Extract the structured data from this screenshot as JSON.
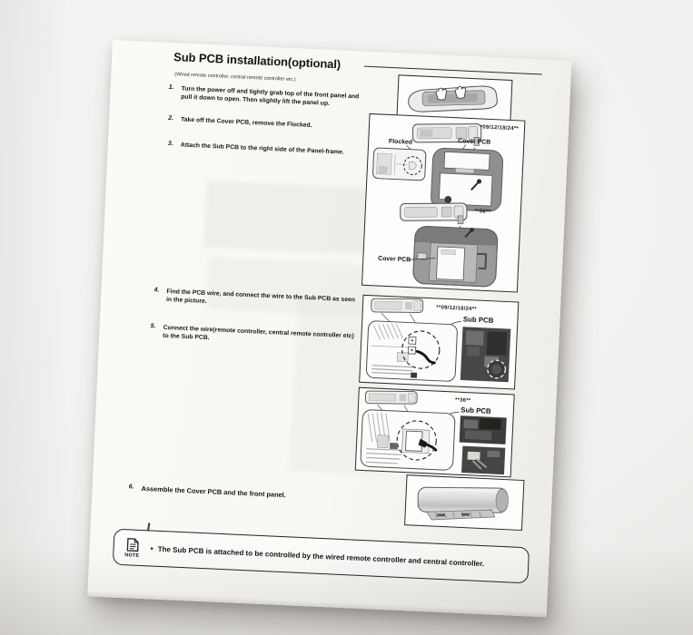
{
  "photo": {
    "backdrop_color": "#f1f0ee",
    "paper_color": "#faf9f6",
    "ink_color": "#161616"
  },
  "page": {
    "title": "Sub PCB installation(optional)",
    "subtitle": "(Wired remote controller, central remote controller etc.)",
    "steps": [
      {
        "num": "1.",
        "text": "Turn the power off and tightly grab top of the front panel and pull it down to open. Then slightly lift the panel up."
      },
      {
        "num": "2.",
        "text": "Take off the Cover PCB, remove the Flocked."
      },
      {
        "num": "3.",
        "text": "Attach the Sub PCB to the right side of the Panel-frame."
      },
      {
        "num": "4.",
        "text": "Find the PCB wire, and connect the wire to the Sub PCB as seen in the picture."
      },
      {
        "num": "5.",
        "text": "Connect the wire(remote controller, central remote controller etc) to the Sub PCB."
      },
      {
        "num": "6.",
        "text": "Assemble the Cover PCB and the front panel."
      }
    ],
    "figures": {
      "cover_pcb_box": {
        "variant_a": "**09/12/18/24**",
        "flocked": "Flocked",
        "cover_pcb_a": "Cover PCB",
        "variant_b": "**36**",
        "cover_pcb_b": "Cover PCB"
      },
      "sub_pcb_box_a": {
        "variant": "**09/12/18/24**",
        "label": "Sub PCB"
      },
      "sub_pcb_box_b": {
        "variant": "**36**",
        "label": "Sub PCB"
      }
    },
    "note": {
      "badge": "NOTE",
      "bullet": "•",
      "text": "The Sub PCB is attached to be controlled by the wired remote controller and central controller."
    }
  }
}
